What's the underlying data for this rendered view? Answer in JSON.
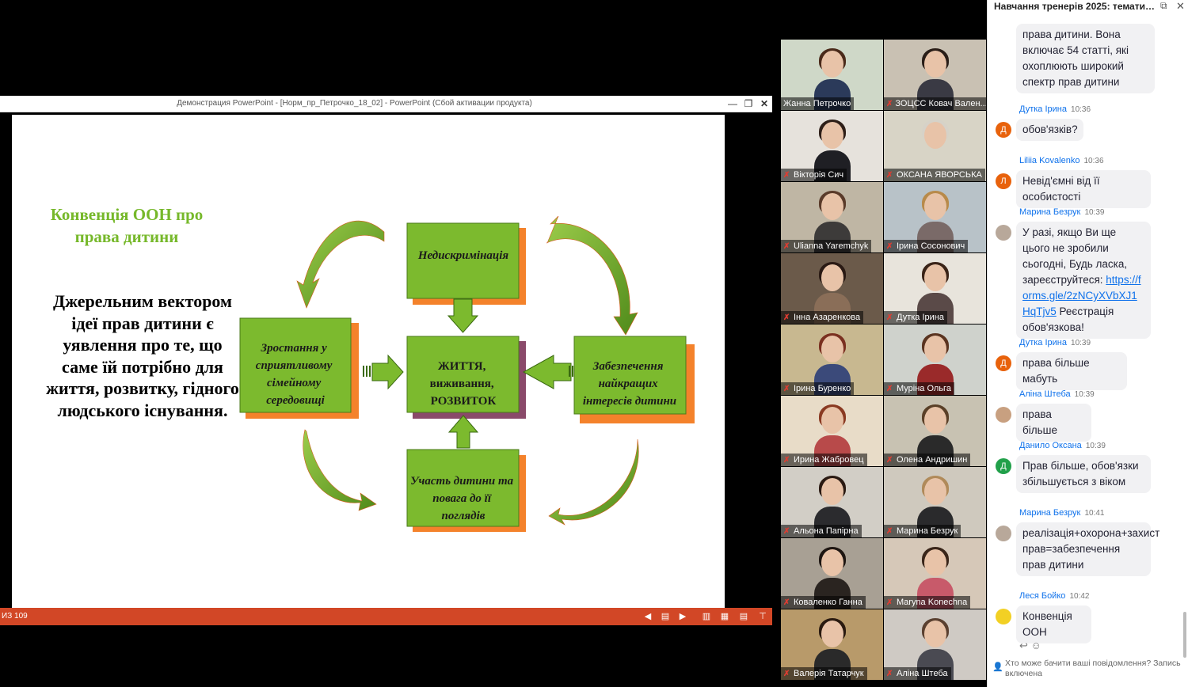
{
  "ppt": {
    "title": "Демонстрация PowerPoint - [Норм_пр_Петрочко_18_02] - PowerPoint (Сбой активации продукта)",
    "minimize": "—",
    "restore": "❐",
    "close": "✕",
    "slide_counter": "ИЗ 109",
    "colors": {
      "statusbar": "#d24726",
      "green_box": "#7cba2e",
      "shadow": "#f4822b",
      "heading": "#76b82a"
    }
  },
  "slide": {
    "heading": "Конвенція ООН про права дитини",
    "body": "Джерельним вектором ідеї прав дитини є уявлення про те, що саме їй потрібно для життя, розвитку, гідного людського існування.",
    "boxes": {
      "top": "Недискримінація",
      "left": "Зростання у сприятливому сімейному середовищі",
      "center": "ЖИТТЯ, виживання, РОЗВИТОК",
      "right": "Забезпечення найкращих інтересів дитини",
      "bottom": "Участь дитини та повага до її поглядів"
    }
  },
  "gallery": [
    {
      "name": "Жанна Петрочко",
      "muted": false,
      "active": true,
      "bg": "#cfd8c8",
      "hair": "#4a2a1a",
      "body": "#2b3a5a"
    },
    {
      "name": "ЗОЦСС Ковач Вален...",
      "muted": true,
      "active": false,
      "bg": "#c9c1b3",
      "hair": "#2a1e18",
      "body": "#3a3a44"
    },
    {
      "name": "Вікторія Сич",
      "muted": true,
      "active": false,
      "bg": "#e6e2dc",
      "hair": "#2e1f18",
      "body": "#1f1f24"
    },
    {
      "name": "ОКСАНА ЯВОРСЬКА",
      "muted": true,
      "active": false,
      "bg": "#d8d4c6",
      "hair": "#d6d2c8",
      "body": "#d8d4c6"
    },
    {
      "name": "Ulianna Yaremchyk",
      "muted": true,
      "active": false,
      "bg": "#bfb6a4",
      "hair": "#5a3b2a",
      "body": "#3d3b3a"
    },
    {
      "name": "Ірина Сосонович",
      "muted": true,
      "active": false,
      "bg": "#b8c2c8",
      "hair": "#b88a4a",
      "body": "#7a6a68"
    },
    {
      "name": "Інна Азаренкова",
      "muted": true,
      "active": false,
      "bg": "#6b5a4a",
      "hair": "#2a1a14",
      "body": "#8a6e58"
    },
    {
      "name": "Дутка Ірина",
      "muted": true,
      "active": false,
      "bg": "#e8e4dc",
      "hair": "#3a2418",
      "body": "#5a4a48"
    },
    {
      "name": "Ірина Буренко",
      "muted": true,
      "active": false,
      "bg": "#c8b890",
      "hair": "#7a3020",
      "body": "#3b4a7a"
    },
    {
      "name": "Муріна Ольга",
      "muted": true,
      "active": false,
      "bg": "#cfd2cc",
      "hair": "#5a3420",
      "body": "#9a2a2a"
    },
    {
      "name": "Ирина Жабровец",
      "muted": true,
      "active": false,
      "bg": "#e8dcc8",
      "hair": "#8a3a22",
      "body": "#b84a4a"
    },
    {
      "name": "Олена Андришин",
      "muted": true,
      "active": false,
      "bg": "#c8c2b2",
      "hair": "#5a4028",
      "body": "#2a2a2a"
    },
    {
      "name": "Альона Папірна",
      "muted": true,
      "active": false,
      "bg": "#d2cec6",
      "hair": "#2a1a12",
      "body": "#2b2b2e"
    },
    {
      "name": "Марина Безрук",
      "muted": true,
      "active": false,
      "bg": "#cfc9be",
      "hair": "#b08a5a",
      "body": "#2a2a2c"
    },
    {
      "name": "Коваленко Ганна",
      "muted": true,
      "active": false,
      "bg": "#a8a094",
      "hair": "#1e1612",
      "body": "#2a2420"
    },
    {
      "name": "Maryna Konechna",
      "muted": true,
      "active": false,
      "bg": "#d6c8b8",
      "hair": "#3a261a",
      "body": "#c85a6a"
    },
    {
      "name": "Валерія Татарчук",
      "muted": true,
      "active": false,
      "bg": "#b89a6a",
      "hair": "#2a1a10",
      "body": "#2a2a2a"
    },
    {
      "name": "Аліна Штеба",
      "muted": true,
      "active": false,
      "bg": "#cfcac4",
      "hair": "#5a4030",
      "body": "#4a4a52"
    }
  ],
  "chat": {
    "title": "Навчання тренерів 2025: тематична ...",
    "popout_icon": "⧉",
    "close_icon": "✕",
    "messages": [
      {
        "author": "",
        "time": "",
        "initial": "",
        "avatar_color": "",
        "text": "права дитини. Вона включає 54 статті, які охоплюють широкий спектр прав дитини",
        "link": "",
        "after": ""
      },
      {
        "author": "Дутка Ірина",
        "time": "10:36",
        "initial": "Д",
        "avatar_color": "#e8620c",
        "text": "обов'язків?",
        "link": "",
        "after": ""
      },
      {
        "author": "Liliia Kovalenko",
        "time": "10:36",
        "initial": "Л",
        "avatar_color": "#e8620c",
        "text": "Невід'ємні від її особистості",
        "link": "",
        "after": ""
      },
      {
        "author": "Марина Безрук",
        "time": "10:39",
        "initial": "",
        "avatar_color": "#b8a89a",
        "text": "У разі, якщо Ви ще цього не зробили сьогодні, Будь ласка, зареєструйтеся: ",
        "link": "https://forms.gle/2zNCyXVbXJ1HqTjv5",
        "after": " Реєстрація обов'язкова!"
      },
      {
        "author": "Дутка Ірина",
        "time": "10:39",
        "initial": "Д",
        "avatar_color": "#e8620c",
        "text": "права більше мабуть",
        "link": "",
        "after": ""
      },
      {
        "author": "Аліна Штеба",
        "time": "10:39",
        "initial": "",
        "avatar_color": "#c8a080",
        "text": "права більше",
        "link": "",
        "after": ""
      },
      {
        "author": "Данило Оксана",
        "time": "10:39",
        "initial": "Д",
        "avatar_color": "#21a04a",
        "text": "Прав більше, обов'язки збільшується з віком",
        "link": "",
        "after": ""
      },
      {
        "author": "Марина Безрук",
        "time": "10:41",
        "initial": "",
        "avatar_color": "#b8a89a",
        "text": "реалізація+охорона+захист прав=забезпечення прав дитини",
        "link": "",
        "after": ""
      },
      {
        "author": "Леся Бойко",
        "time": "10:42",
        "initial": "",
        "avatar_color": "#f2d024",
        "text": "Конвенція ООН",
        "link": "",
        "after": ""
      }
    ],
    "footer": "Хто може бачити ваші повідомлення? Запись включена",
    "footer_icons": "↩ ☺"
  }
}
